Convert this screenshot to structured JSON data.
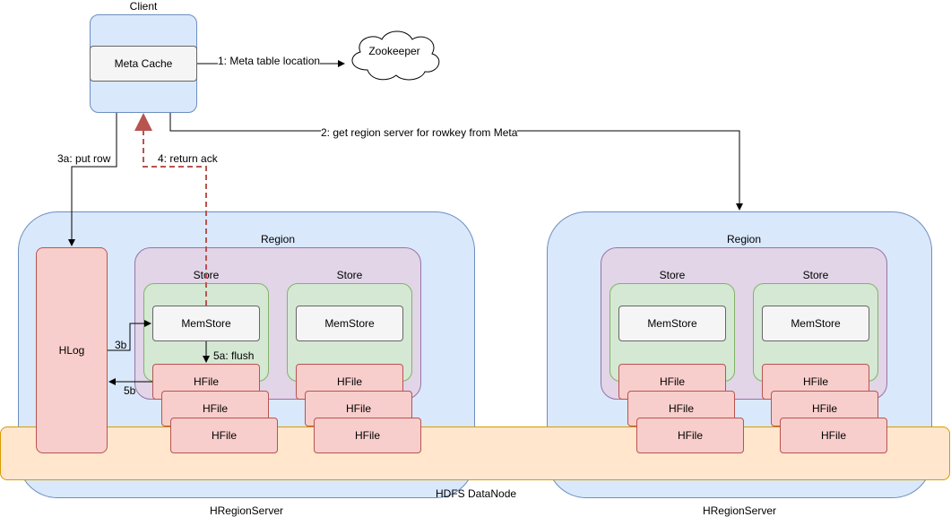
{
  "client": {
    "title": "Client",
    "cache_label": "Meta Cache"
  },
  "zookeeper": {
    "label": "Zookeeper"
  },
  "edges": {
    "meta_location": "1: Meta table location",
    "get_region_server": "2: get region server for rowkey from Meta",
    "put_row": "3a: put row",
    "return_ack": "4: return ack",
    "write_memstore": "3b",
    "flush": "5a: flush",
    "hfile_to_hlog": "5b"
  },
  "servers": [
    {
      "label": "HRegionServer",
      "region": {
        "label": "Region",
        "stores": [
          {
            "label": "Store",
            "memstore": "MemStore",
            "hfiles": [
              "HFile",
              "HFile",
              "HFile"
            ]
          },
          {
            "label": "Store",
            "memstore": "MemStore",
            "hfiles": [
              "HFile",
              "HFile",
              "HFile"
            ]
          }
        ]
      },
      "hlog": "HLog"
    },
    {
      "label": "HRegionServer",
      "region": {
        "label": "Region",
        "stores": [
          {
            "label": "Store",
            "memstore": "MemStore",
            "hfiles": [
              "HFile",
              "HFile",
              "HFile"
            ]
          },
          {
            "label": "Store",
            "memstore": "MemStore",
            "hfiles": [
              "HFile",
              "HFile",
              "HFile"
            ]
          }
        ]
      }
    }
  ],
  "hdfs": {
    "label": "HDFS DataNode"
  },
  "colors": {
    "server_fill": "#dae8fc",
    "region_fill": "#e1d5e7",
    "store_fill": "#d5e8d4",
    "hfile_fill": "#f8cecc",
    "hdfs_fill": "#ffe6cc",
    "ack_arrow": "#b85450"
  }
}
